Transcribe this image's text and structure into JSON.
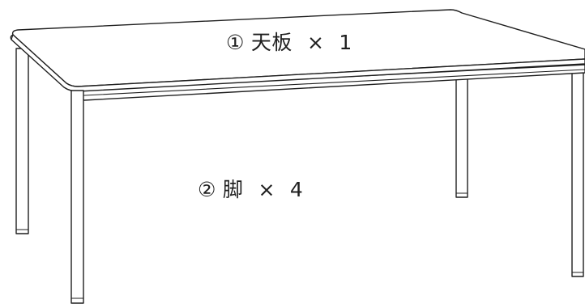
{
  "parts": [
    {
      "number": "①",
      "name": "天板",
      "multiplier": "×",
      "quantity": "1"
    },
    {
      "number": "②",
      "name": "脚",
      "multiplier": "×",
      "quantity": "4"
    }
  ],
  "colors": {
    "line": "#1f1f1f",
    "background": "#ffffff"
  }
}
